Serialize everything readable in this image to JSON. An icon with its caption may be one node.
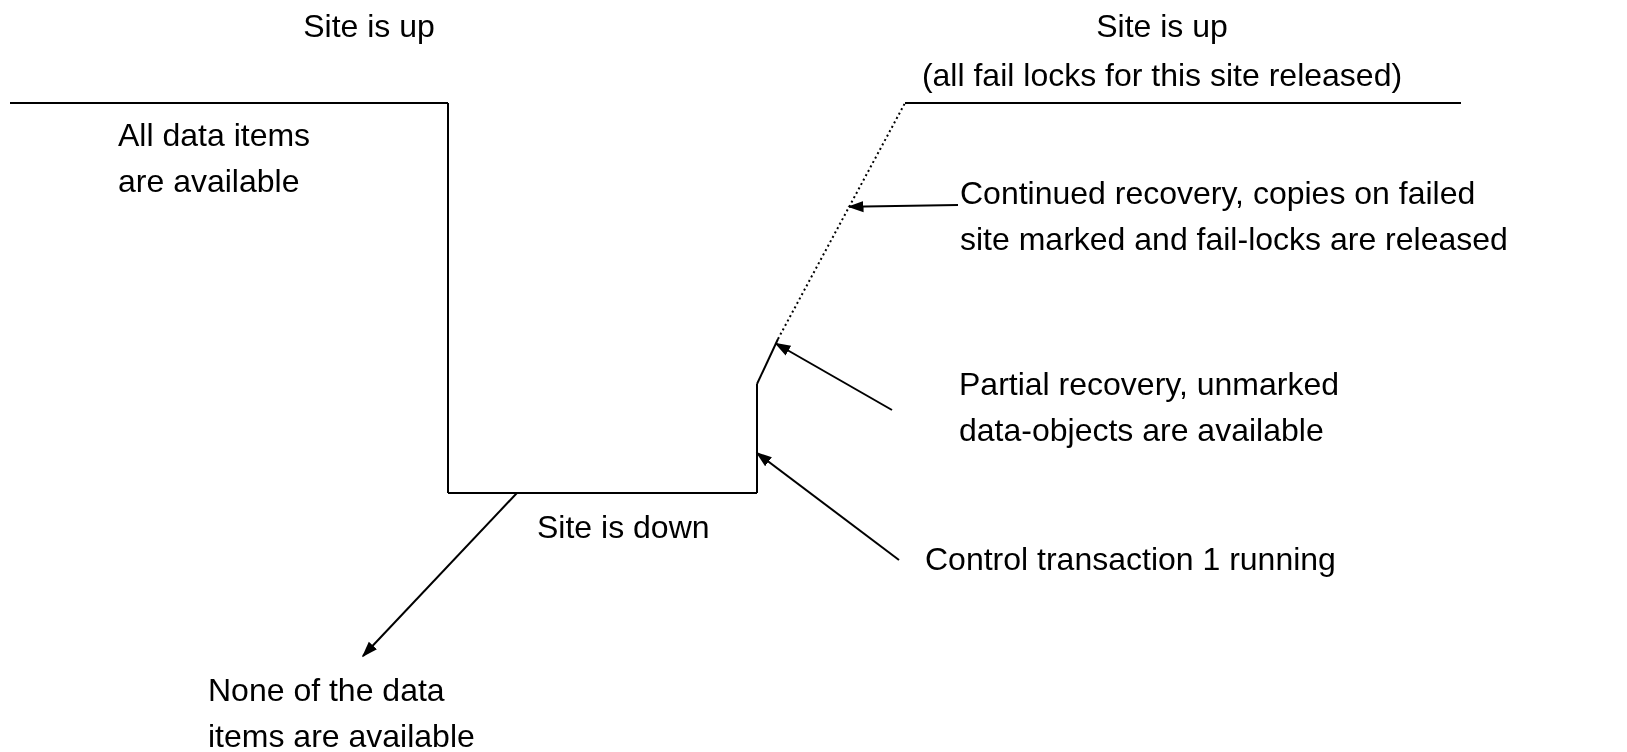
{
  "diagram": {
    "nodes": [
      {
        "text": [
          "Continued recovery, copies on failed site marked and fail-locks are released"
        ]
      },
      {
        "text": [],
        "shape": "line"
      },
      {
        "text": [
          "Partial recovery, unmarked data-objects are available"
        ]
      },
      {
        "text": [],
        "shape": "line"
      },
      {
        "text": [
          "Control transaction 1 running"
        ]
      },
      {
        "text": [],
        "shape": "line"
      },
      {
        "text": [],
        "shape": "line"
      },
      {
        "text": [
          "None of the data items are available"
        ]
      }
    ],
    "edges": [
      {
        "from": 0,
        "to": 1,
        "arrow": "to"
      },
      {
        "from": 2,
        "to": 3,
        "arrow": "to"
      },
      {
        "from": 4,
        "to": 5,
        "arrow": "to"
      },
      {
        "from": 6,
        "to": 7,
        "arrow": "to"
      }
    ],
    "labels": [
      "Site is up",
      "Site is up",
      "(all fail locks for this site released)",
      "All data items are available",
      "Site is down"
    ]
  }
}
